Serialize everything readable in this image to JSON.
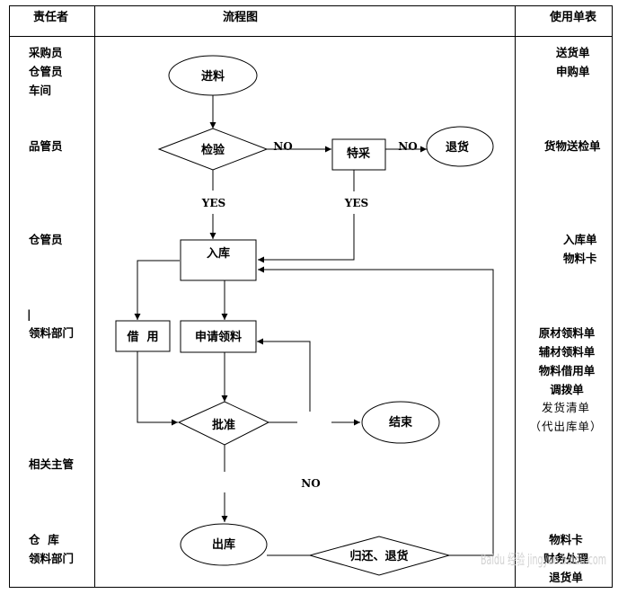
{
  "header": {
    "responsible": "责任者",
    "flowchart": "流程图",
    "forms": "使用单表"
  },
  "responsible": [
    [
      "采购员",
      "仓管员",
      "车间"
    ],
    [
      "品管员"
    ],
    [
      "仓管员"
    ],
    [
      "|"
    ],
    [
      "领料部门"
    ],
    [
      "相关主管"
    ],
    [
      "仓  库",
      "领料部门"
    ]
  ],
  "forms": [
    [
      "送货单",
      "申购单"
    ],
    [
      "货物送检单"
    ],
    [
      "入库单",
      "物料卡"
    ],
    [
      "原材领料单",
      "辅材领料单",
      "物料借用单",
      "调拨单"
    ],
    [
      "发货清单",
      "（代出库单）"
    ],
    [
      "物料卡",
      "财务处理",
      "退货单"
    ]
  ],
  "nodes": {
    "incoming": "进料",
    "inspect": "检验",
    "special": "特采",
    "return_goods": "退货",
    "warehousing": "入库",
    "borrow": "借  用",
    "request": "申请领料",
    "approve": "批准",
    "end": "结束",
    "outbound": "出库",
    "return_back": "归还、退货"
  },
  "edge_labels": {
    "inspect_no": "NO",
    "special_no": "NO",
    "inspect_yes": "YES",
    "special_yes": "YES",
    "approve_no": "NO"
  },
  "watermark": "Baidu 经验 jingyan.baidu.com"
}
